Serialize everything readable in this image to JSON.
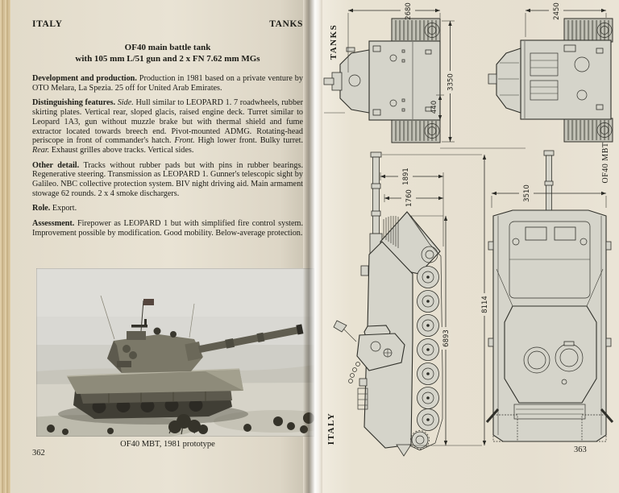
{
  "colors": {
    "paper": "#e6dfd0",
    "ink": "#1c1c17"
  },
  "left_page": {
    "header_left": "ITALY",
    "header_right": "TANKS",
    "title_line1": "OF40 main battle tank",
    "title_line2": "with 105 mm L/51 gun and 2 x FN 7.62 mm MGs",
    "paragraphs": [
      {
        "segments": [
          {
            "t": "Development and production.",
            "s": "b"
          },
          {
            "t": " Production in 1981 based on a private venture by OTO Melara, La Spezia. 25 off for United Arab Emirates."
          }
        ]
      },
      {
        "segments": [
          {
            "t": "Distinguishing features.",
            "s": "b"
          },
          {
            "t": " "
          },
          {
            "t": "Side.",
            "s": "i"
          },
          {
            "t": " Hull similar to LEOPARD 1. 7 roadwheels, rubber skirting plates. Vertical rear, sloped glacis, raised engine deck. Turret similar to Leopard 1A3, gun without muzzle brake but with thermal shield and fume extractor located towards breech end. Pivot-mounted ADMG. Rotating-head periscope in front of commander's hatch. "
          },
          {
            "t": "Front.",
            "s": "i"
          },
          {
            "t": " High lower front. Bulky turret. "
          },
          {
            "t": "Rear.",
            "s": "i"
          },
          {
            "t": " Exhaust grilles above tracks. Vertical sides."
          }
        ]
      },
      {
        "segments": [
          {
            "t": "Other detail.",
            "s": "b"
          },
          {
            "t": " Tracks without rubber pads but with pins in rubber bearings. Regenerative steering. Transmission as LEOPARD 1. Gunner's telescopic sight by Galileo. NBC collective protection system. BIV night driving aid. Main armament stowage 62 rounds. 2 x 4 smoke dischargers."
          }
        ]
      },
      {
        "segments": [
          {
            "t": "Role.",
            "s": "b"
          },
          {
            "t": " Export."
          }
        ]
      },
      {
        "segments": [
          {
            "t": "Assessment.",
            "s": "b"
          },
          {
            "t": " Firepower as LEOPARD 1 but with simplified fire control system. Improvement possible by modification. Good mobility. Below-average protection."
          }
        ]
      }
    ],
    "photo_caption": "OF40 MBT, 1981 prototype",
    "page_number": "362"
  },
  "right_page": {
    "side_label_top": "TANKS",
    "side_label_right": "OF40 MBT",
    "side_label_bottom": "ITALY",
    "page_number": "363",
    "dims": {
      "d2680": "2680",
      "d3350": "3350",
      "d440": "440",
      "d2450": "2450",
      "d1891": "1891",
      "d1760": "1760",
      "d8114": "8114",
      "d6893": "6893",
      "d3510": "3510"
    }
  }
}
